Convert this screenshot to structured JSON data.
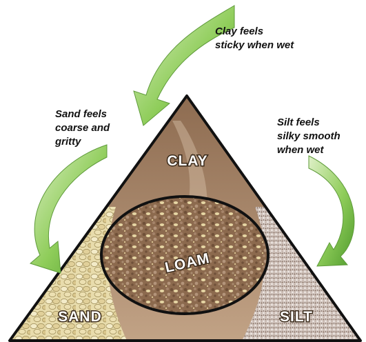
{
  "notes": {
    "clay": [
      "Clay feels",
      "sticky when wet"
    ],
    "sand": [
      "Sand feels",
      "coarse and",
      "gritty"
    ],
    "silt": [
      "Silt feels",
      "silky smooth",
      "when wet"
    ]
  },
  "regions": {
    "clay": "CLAY",
    "loam": "LOAM",
    "sand": "SAND",
    "silt": "SILT"
  },
  "colors": {
    "clay": "#a58466",
    "loam": "#8f6d52",
    "sand": "#e4d5a2",
    "silt": "#d7ccc5",
    "arrow": "#7fc24a",
    "outline": "#111111"
  }
}
